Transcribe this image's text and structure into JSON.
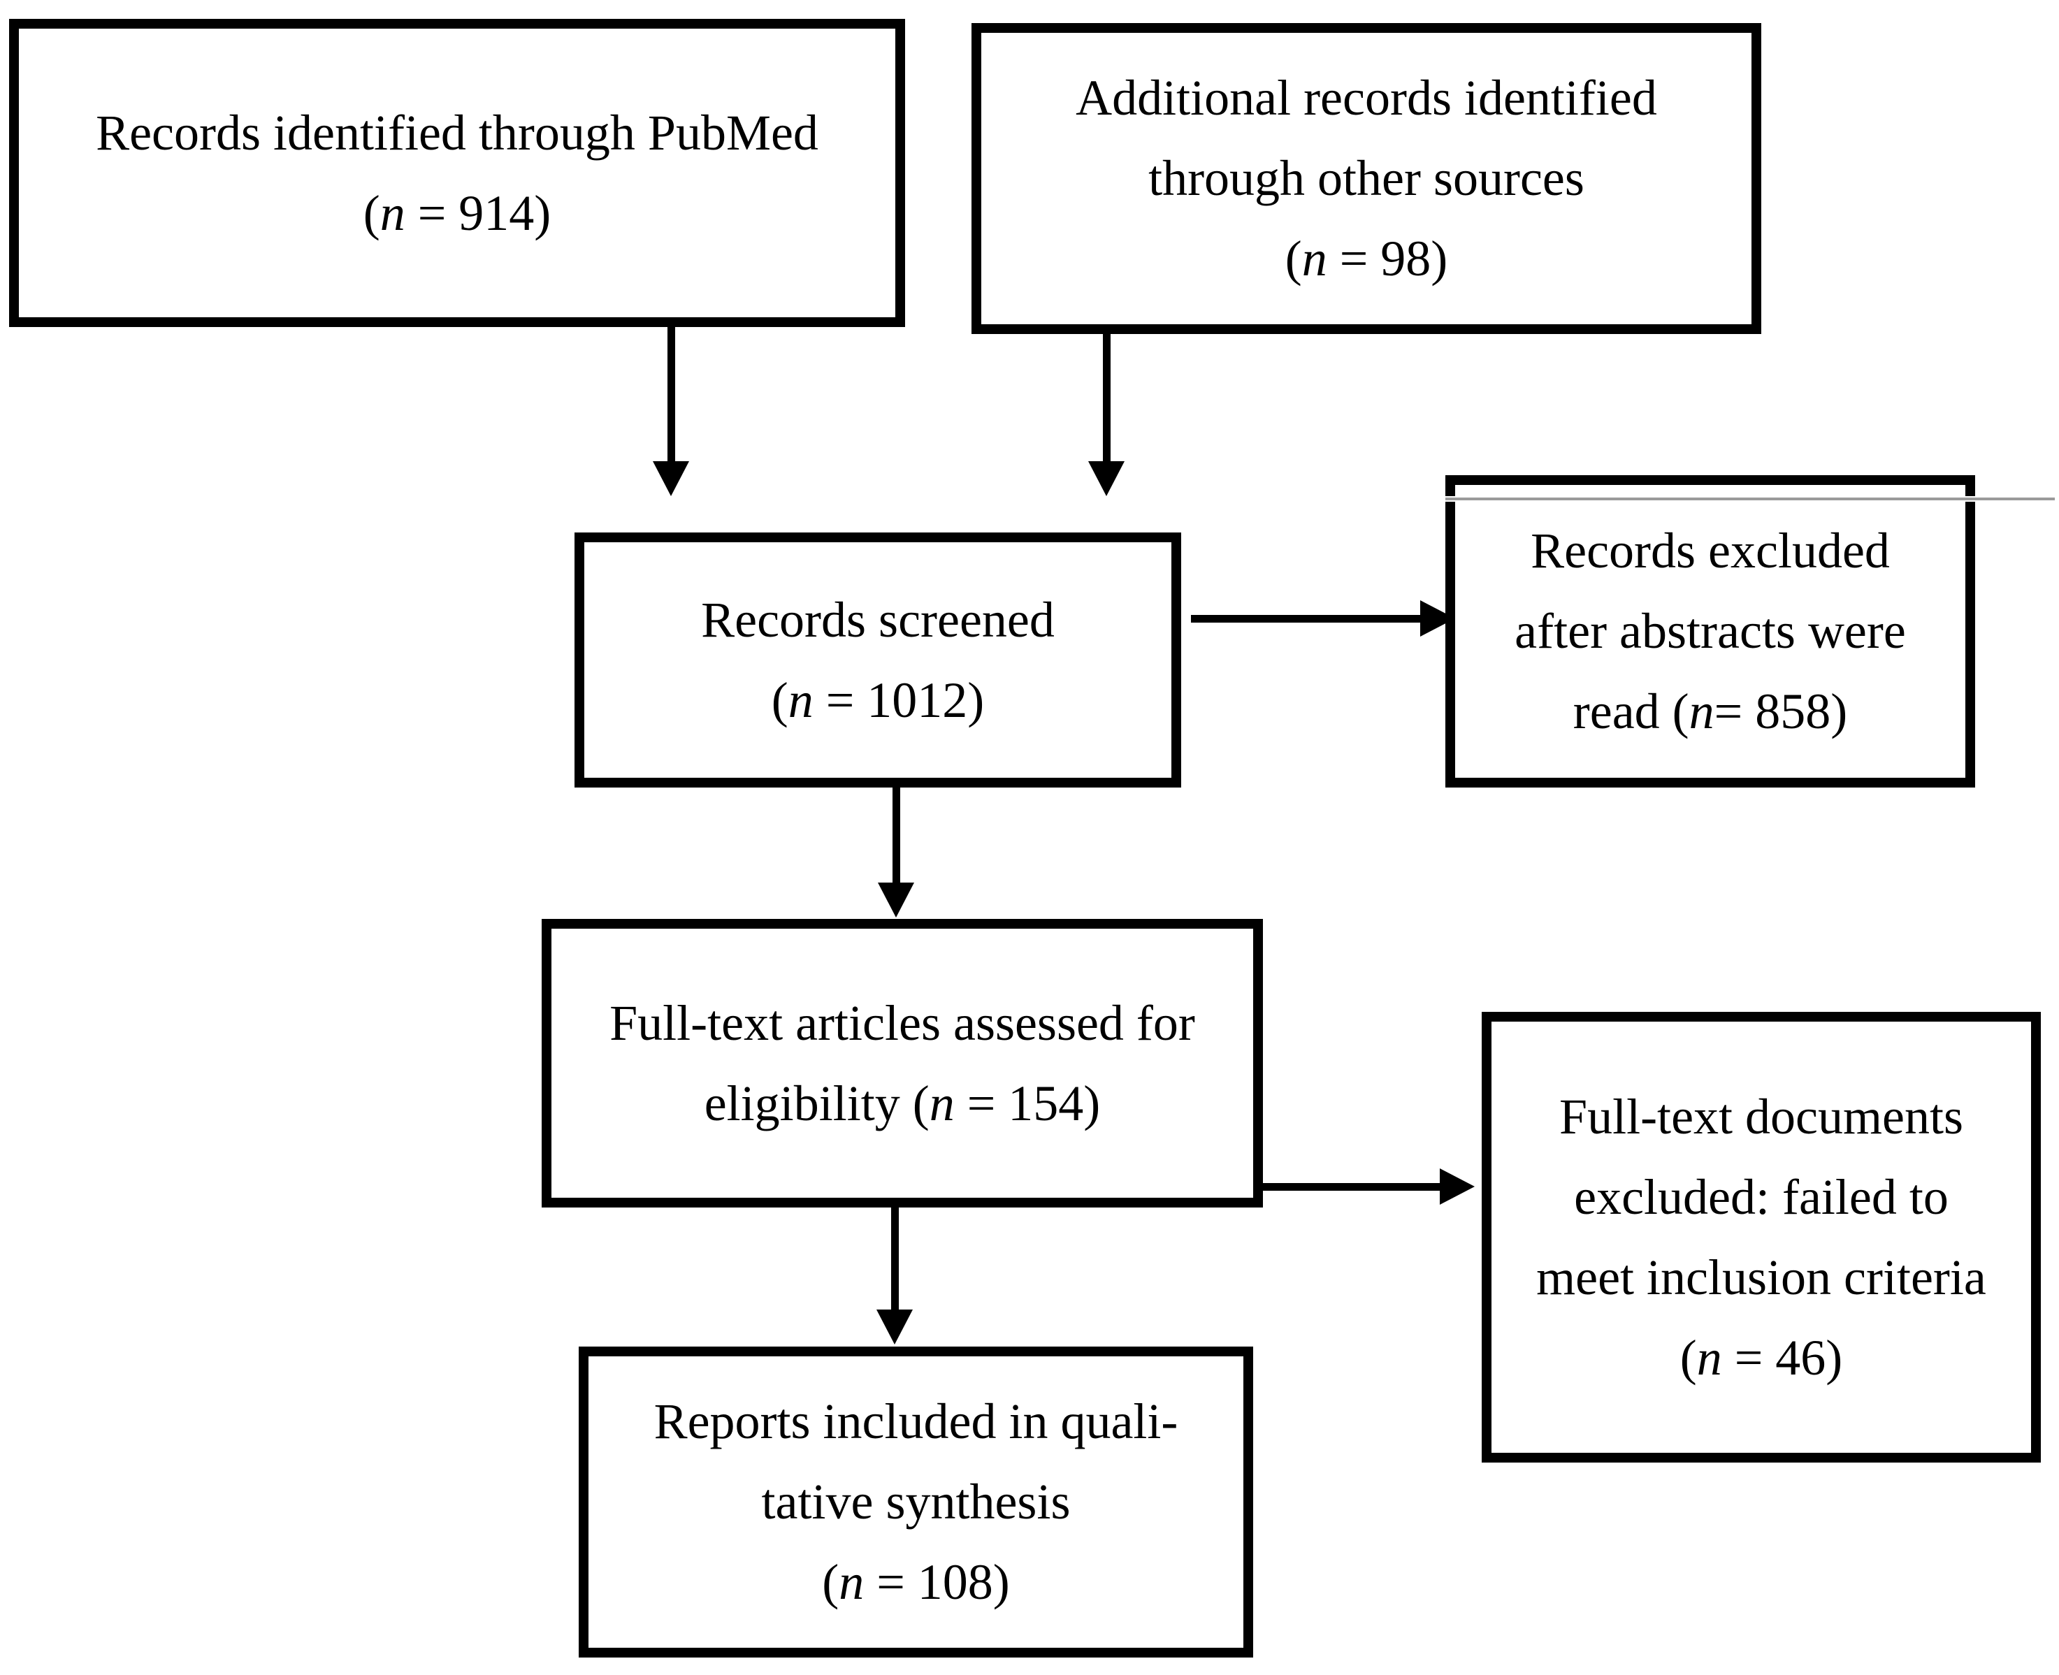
{
  "diagram": {
    "kind": "prisma-style study selection flow diagram",
    "background_color": "#ffffff",
    "line_color": "#000000"
  },
  "boxes": {
    "b1": {
      "id": "records-identified-pubmed",
      "lines": [
        "Records identified through PubMed"
      ],
      "n": {
        "open": "(",
        "sym": "n",
        "mid": " = ",
        "val": "914",
        "close": ")"
      }
    },
    "b2": {
      "id": "additional-records-other-sources",
      "lines": [
        "Additional records identified",
        "through other sources"
      ],
      "n": {
        "open": "(",
        "sym": "n",
        "mid": " = ",
        "val": "98",
        "close": ")"
      }
    },
    "b3": {
      "id": "records-screened",
      "lines": [
        "Records screened"
      ],
      "n": {
        "open": "(",
        "sym": "n",
        "mid": " = ",
        "val": "1012",
        "close": ")"
      }
    },
    "b4": {
      "id": "records-excluded-after-abstracts",
      "lines": [
        "Records excluded",
        "after abstracts were"
      ],
      "n": {
        "pre": "read ",
        "open": "(",
        "sym": "n",
        "mid": "= ",
        "val": "858",
        "close": ")"
      }
    },
    "b5": {
      "id": "fulltext-assessed-for-eligibility",
      "lines": [
        "Full-text articles assessed for"
      ],
      "n": {
        "pre": "eligibility ",
        "open": "(",
        "sym": "n",
        "mid": " = ",
        "val": "154",
        "close": ")"
      }
    },
    "b6": {
      "id": "fulltext-excluded-inclusion-criteria",
      "lines": [
        "Full-text documents",
        "excluded: failed to",
        "meet inclusion criteria"
      ],
      "n": {
        "open": "(",
        "sym": "n",
        "mid": " = ",
        "val": "46",
        "close": ")"
      }
    },
    "b7": {
      "id": "reports-included-qualitative-synthesis",
      "lines": [
        "Reports included in quali-",
        "tative synthesis"
      ],
      "n": {
        "open": "(",
        "sym": "n",
        "mid": " = ",
        "val": "108",
        "close": ")"
      }
    }
  },
  "arrows": [
    {
      "from": "records-identified-pubmed",
      "to": "records-screened",
      "direction": "down"
    },
    {
      "from": "additional-records-other-sources",
      "to": "records-screened",
      "direction": "down"
    },
    {
      "from": "records-screened",
      "to": "records-excluded-after-abstracts",
      "direction": "right"
    },
    {
      "from": "records-screened",
      "to": "fulltext-assessed-for-eligibility",
      "direction": "down"
    },
    {
      "from": "fulltext-assessed-for-eligibility",
      "to": "fulltext-excluded-inclusion-criteria",
      "direction": "right"
    },
    {
      "from": "fulltext-assessed-for-eligibility",
      "to": "reports-included-qualitative-synthesis",
      "direction": "down"
    }
  ]
}
